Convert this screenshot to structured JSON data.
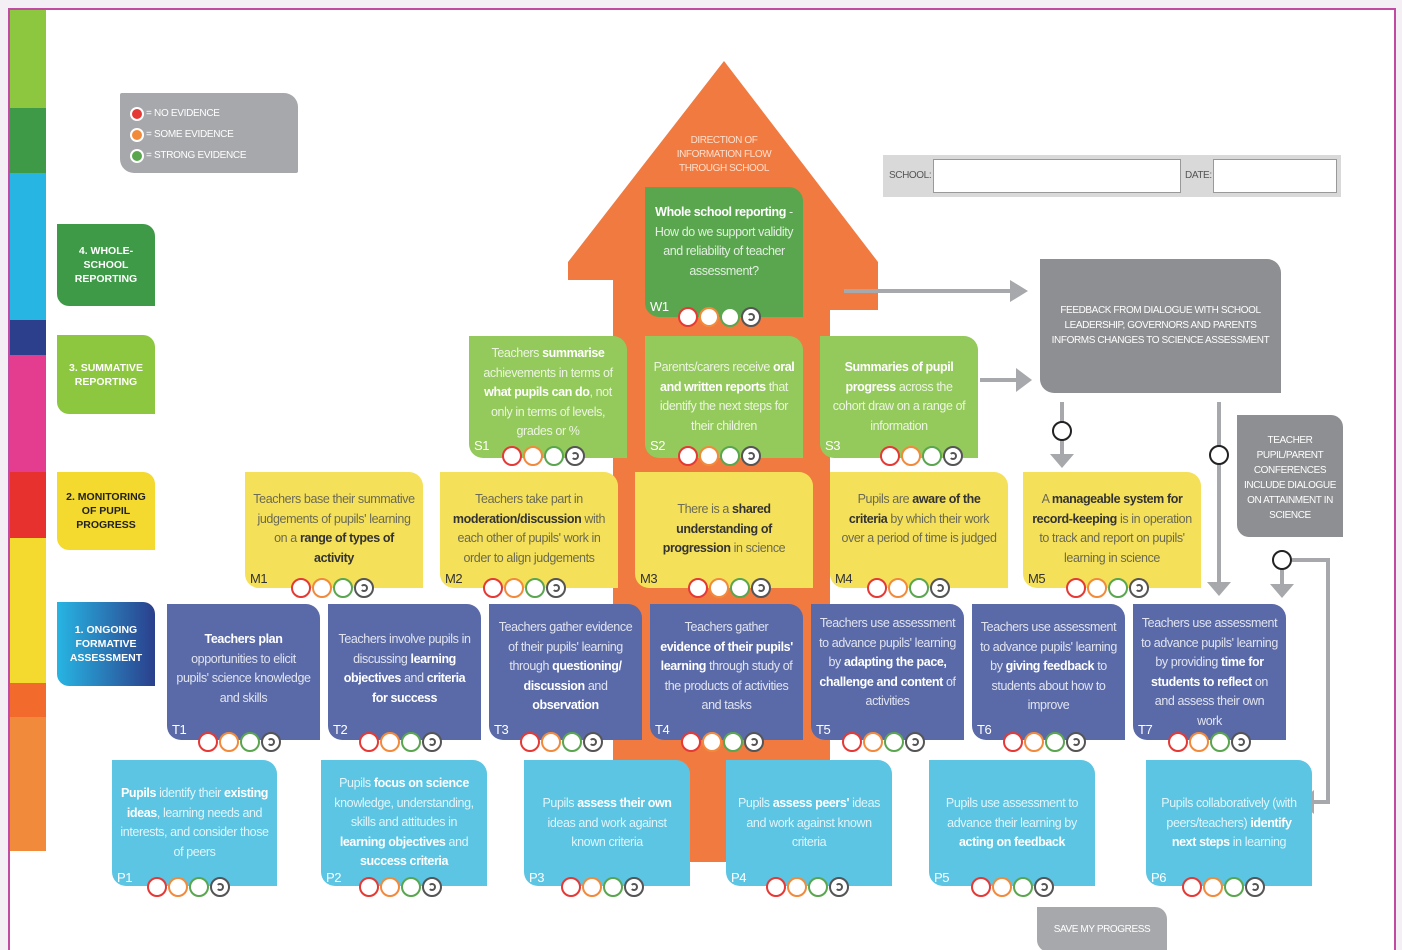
{
  "legend": [
    {
      "label": "= NO EVIDENCE",
      "color": "#e53935"
    },
    {
      "label": "= SOME EVIDENCE",
      "color": "#f28a3c"
    },
    {
      "label": "= STRONG EVIDENCE",
      "color": "#5aa64f"
    }
  ],
  "arrow_label": "DIRECTION OF INFORMATION FLOW THROUGH SCHOOL",
  "levels": {
    "l4": "4. WHOLE- SCHOOL REPORTING",
    "l3": "3. SUMMATIVE REPORTING",
    "l2": "2. MONITORING OF PUPIL PROGRESS",
    "l1": "1. ONGOING FORMATIVE ASSESSMENT"
  },
  "school_label": "SCHOOL:",
  "date_label": "DATE:",
  "feedback_box": "FEEDBACK FROM DIALOGUE WITH SCHOOL LEADERSHIP, GOVERNORS AND PARENTS INFORMS CHANGES TO SCIENCE ASSESSMENT",
  "conference_box": "TEACHER PUPIL/PARENT CONFERENCES INCLUDE DIALOGUE ON ATTAINMENT IN SCIENCE",
  "save_label": "SAVE MY PROGRESS",
  "cards": {
    "W1": {
      "code": "W1",
      "b1": "Whole school reporting",
      "t1": " - How do we support validity and reliability of teacher assessment?"
    },
    "S1": {
      "code": "S1",
      "t1": "Teachers ",
      "b1": "summarise",
      "t2": " achievements in terms of ",
      "b2": "what pupils can do",
      "t3": ", not only in terms of levels, grades or %"
    },
    "S2": {
      "code": "S2",
      "t1": "Parents/carers receive ",
      "b1": "oral and written reports",
      "t2": " that identify the next steps for their children"
    },
    "S3": {
      "code": "S3",
      "b1": "Summaries of pupil progress",
      "t1": " across the cohort draw on a range of information"
    },
    "M1": {
      "code": "M1",
      "t1": "Teachers base their summative judgements of pupils' learning on a ",
      "b1": "range of types of activity"
    },
    "M2": {
      "code": "M2",
      "t1": "Teachers take part in ",
      "b1": "moderation/discussion",
      "t2": " with each other of pupils' work in order to align judgements"
    },
    "M3": {
      "code": "M3",
      "t1": "There is a ",
      "b1": "shared understanding of progression",
      "t2": " in science"
    },
    "M4": {
      "code": "M4",
      "t1": "Pupils are ",
      "b1": "aware of the criteria",
      "t2": " by which their work over a period of time is judged"
    },
    "M5": {
      "code": "M5",
      "t1": "A ",
      "b1": "manageable system for record-keeping",
      "t2": " is in operation to track and report on pupils' learning in science"
    },
    "T1": {
      "code": "T1",
      "b1": "Teachers plan",
      "t1": " opportunities to elicit pupils' science knowledge and skills"
    },
    "T2": {
      "code": "T2",
      "t1": "Teachers involve pupils in discussing ",
      "b1": "learning objectives",
      "t2": " and ",
      "b2": "criteria for success"
    },
    "T3": {
      "code": "T3",
      "t1": "Teachers gather evidence of their pupils' learning through ",
      "b1": "questioning/ discussion",
      "t2": " and ",
      "b2": "observation"
    },
    "T4": {
      "code": "T4",
      "t1": "Teachers gather ",
      "b1": "evidence of their pupils' learning",
      "t2": " through study of the products of activities and tasks"
    },
    "T5": {
      "code": "T5",
      "t1": "Teachers use assessment to advance pupils' learning by ",
      "b1": "adapting the pace, challenge and content",
      "t2": " of activities"
    },
    "T6": {
      "code": "T6",
      "t1": "Teachers use assessment to advance pupils' learning by ",
      "b1": "giving feedback",
      "t2": " to students about how to improve"
    },
    "T7": {
      "code": "T7",
      "t1": "Teachers use assessment to advance pupils' learning by providing ",
      "b1": "time for students to reflect",
      "t2": " on and assess their own work"
    },
    "P1": {
      "code": "P1",
      "b1": "Pupils",
      "t1": " identify their ",
      "b2": "existing ideas",
      "t2": ", learning needs and interests, and consider those of peers"
    },
    "P2": {
      "code": "P2",
      "t1": "Pupils ",
      "b1": "focus on science",
      "t2": " knowledge, understanding, skills and attitudes in ",
      "b2": "learning objectives",
      "t3": " and ",
      "b3": "success criteria"
    },
    "P3": {
      "code": "P3",
      "t1": "Pupils ",
      "b1": "assess their own",
      "t2": " ideas and work against known criteria"
    },
    "P4": {
      "code": "P4",
      "t1": "Pupils ",
      "b1": "assess peers'",
      "t2": " ideas and work against known criteria"
    },
    "P5": {
      "code": "P5",
      "t1": "Pupils use assessment to advance their learning by ",
      "b1": "acting on feedback"
    },
    "P6": {
      "code": "P6",
      "t1": "Pupils collaboratively (with peers/teachers) ",
      "b1": "identify next steps",
      "t2": " in learning"
    }
  },
  "colors": {
    "red": "#e53935",
    "orange": "#f28a3c",
    "green": "#5aa64f",
    "arrow": "#f07a40"
  }
}
